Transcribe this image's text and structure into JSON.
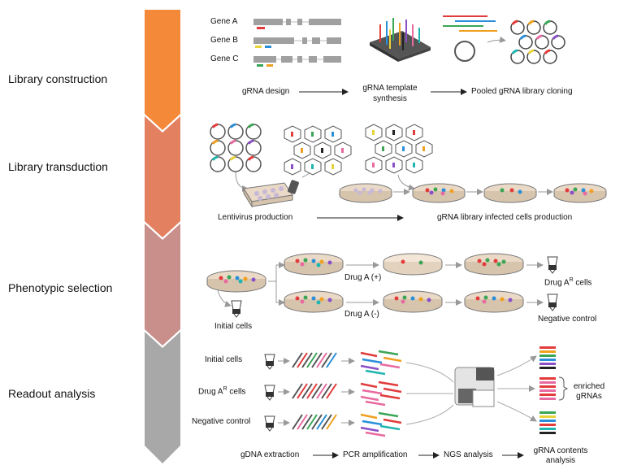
{
  "stages": [
    {
      "label": "Library construction",
      "color": "#f4893a"
    },
    {
      "label": "Library transduction",
      "color": "#e28060"
    },
    {
      "label": "Phenotypic selection",
      "color": "#c98f8b"
    },
    {
      "label": "Readout analysis",
      "color": "#a8a8a8"
    }
  ],
  "construction": {
    "genes": [
      "Gene A",
      "Gene B",
      "Gene C"
    ],
    "steps": [
      "gRNA design",
      "gRNA template synthesis",
      "Pooled gRNA library cloning"
    ]
  },
  "transduction": {
    "steps": [
      "Lentivirus production",
      "gRNA library infected cells production"
    ]
  },
  "selection": {
    "initial": "Initial cells",
    "drug_plus": "Drug A (+)",
    "drug_minus": "Drug A (-)",
    "resistant": "Drug A",
    "resistant_sup": "R",
    "resistant_suffix": " cells",
    "negative": "Negative control"
  },
  "readout": {
    "rows": {
      "initial": "Initial cells",
      "drug": "Drug A",
      "drug_sup": "R",
      "drug_suffix": " cells",
      "negative": "Negative control"
    },
    "enriched": "enriched gRNAs",
    "steps": [
      "gDNA extraction",
      "PCR amplification",
      "NGS analysis",
      "gRNA contents analysis"
    ]
  },
  "colors": {
    "grna": [
      "#e23b3b",
      "#f0a020",
      "#3aa655",
      "#2a8fd8",
      "#8a4fc8",
      "#e8d43a",
      "#1fb5b0",
      "#222222",
      "#e86aa0"
    ]
  }
}
